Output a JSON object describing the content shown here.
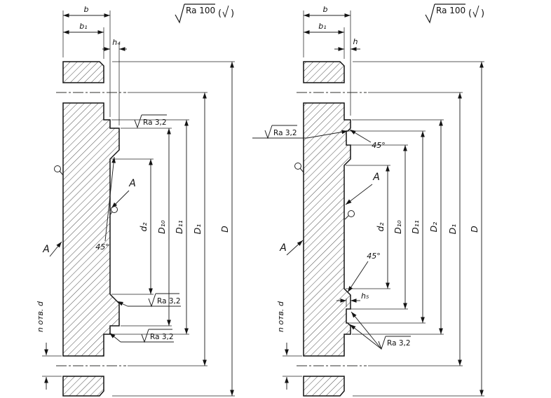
{
  "drawing": {
    "surface_note": {
      "value": "Ra 100",
      "paren_open": "(",
      "paren_close": ")"
    },
    "surface_finish": {
      "value": "Ra 3,2"
    },
    "labels": {
      "b": "b",
      "b1": "b₁",
      "h": "h",
      "h4": "h₄",
      "h5": "h₅",
      "d2": "d₂",
      "D10": "D₁₀",
      "D11": "D₁₁",
      "D1": "D₁",
      "D2": "D₂",
      "D": "D",
      "angle": "45°",
      "section": "A",
      "holes": "n отв. d"
    },
    "colors": {
      "line": "#111111",
      "background": "#ffffff"
    }
  }
}
